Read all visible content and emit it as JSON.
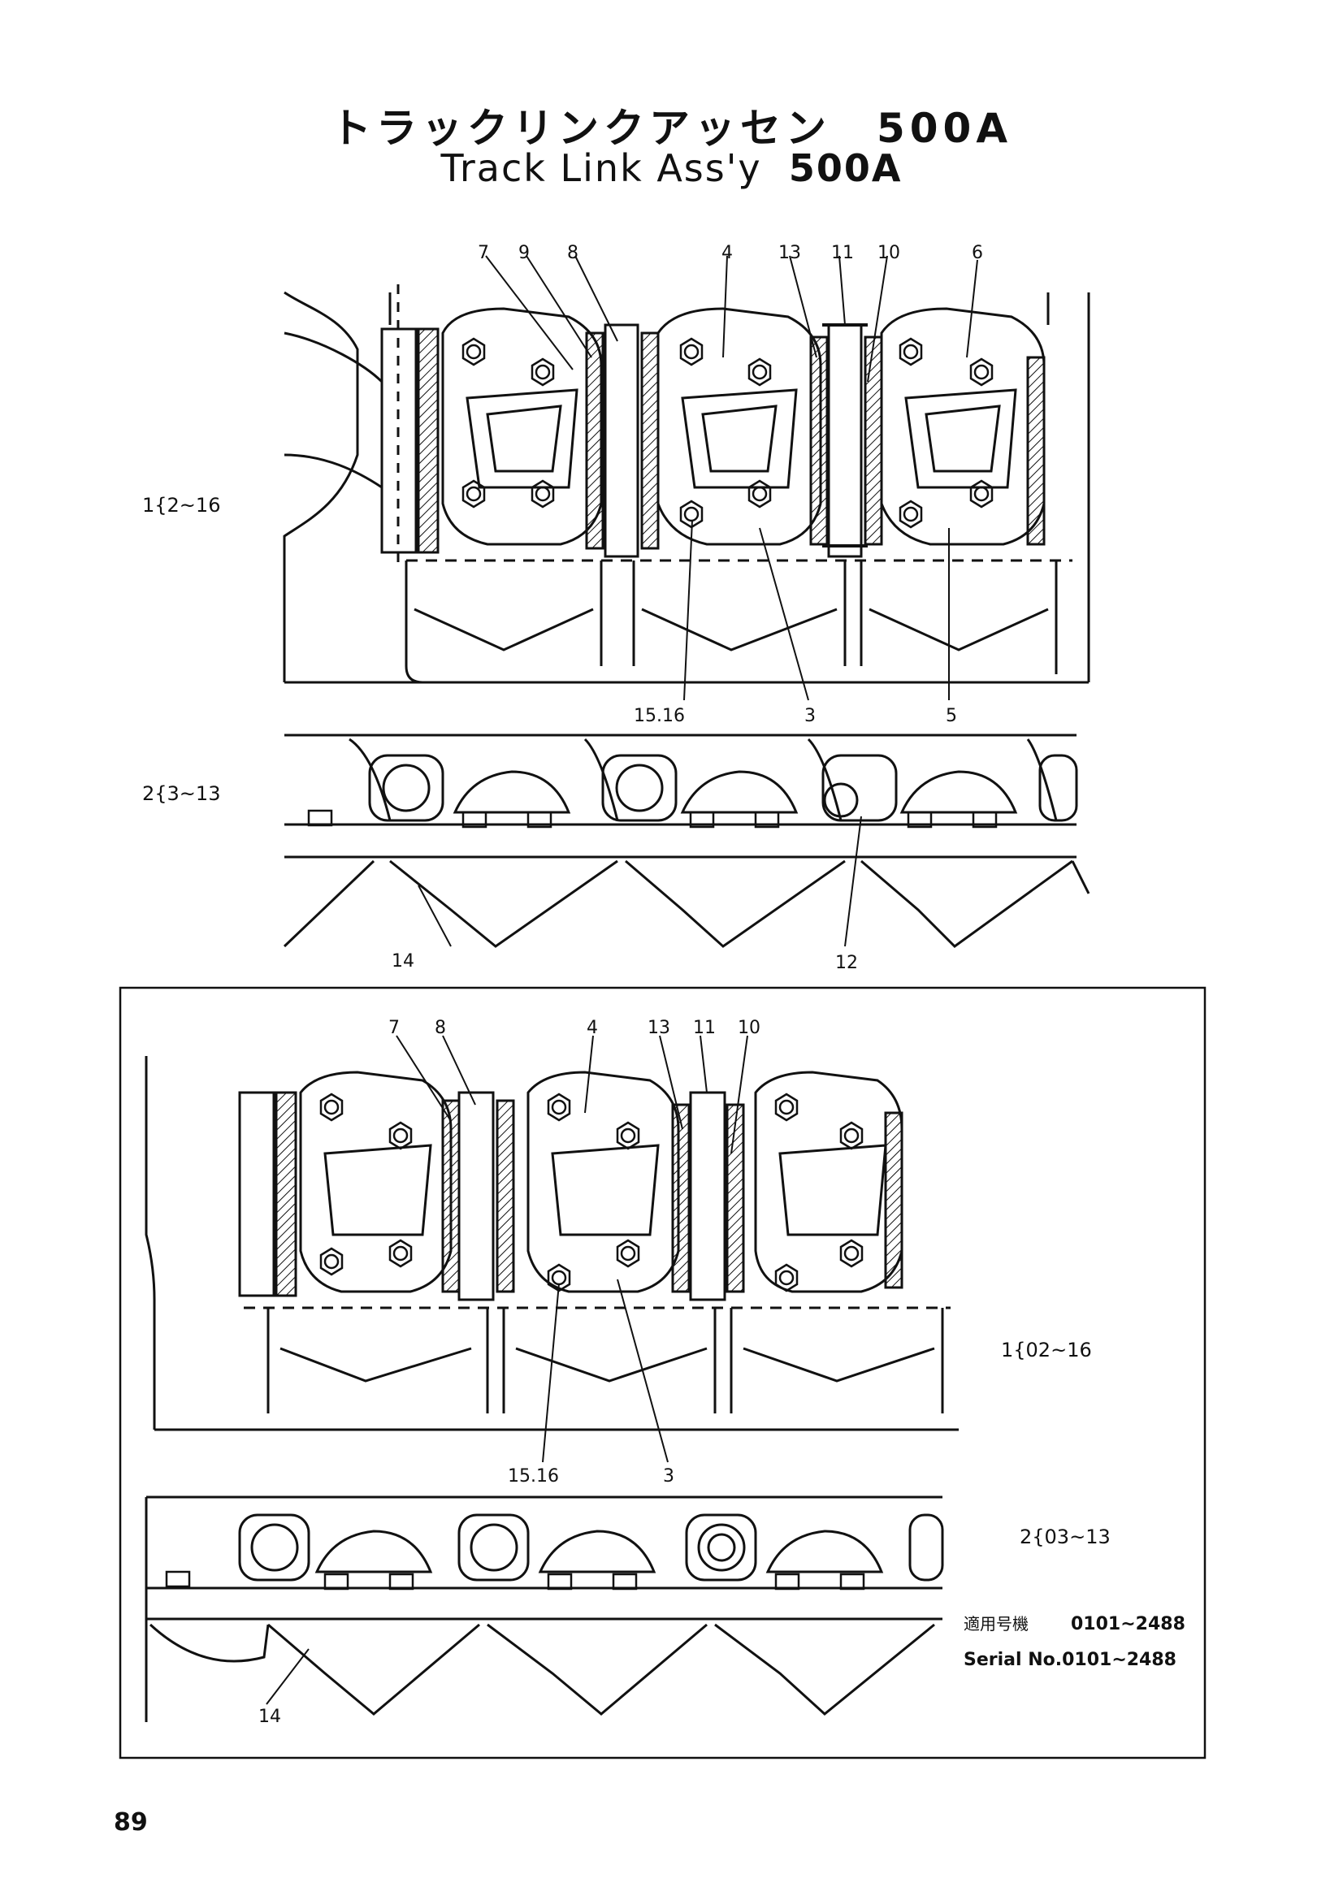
{
  "title": {
    "jp": "トラックリンクアッセン　500A",
    "en_text": "Track Link Ass'y",
    "en_model": "500A"
  },
  "upper": {
    "callouts_top": [
      "7",
      "9",
      "8",
      "4",
      "13",
      "11",
      "10",
      "6"
    ],
    "callouts_bottom": [
      "15.16",
      "3",
      "5"
    ],
    "callouts_side": [
      "14",
      "12"
    ],
    "range_labels": [
      "1{2~16",
      "2{3~13"
    ]
  },
  "lower": {
    "callouts_top": [
      "7",
      "8",
      "4",
      "13",
      "11",
      "10"
    ],
    "callouts_bottom": [
      "15.16",
      "3"
    ],
    "callouts_side": [
      "14"
    ],
    "range_labels": [
      "1{02~16",
      "2{03~13"
    ],
    "serial_jp_label": "適用号機",
    "serial_jp_range": "0101~2488",
    "serial_en": "Serial No.0101~2488"
  },
  "page_number": "89"
}
